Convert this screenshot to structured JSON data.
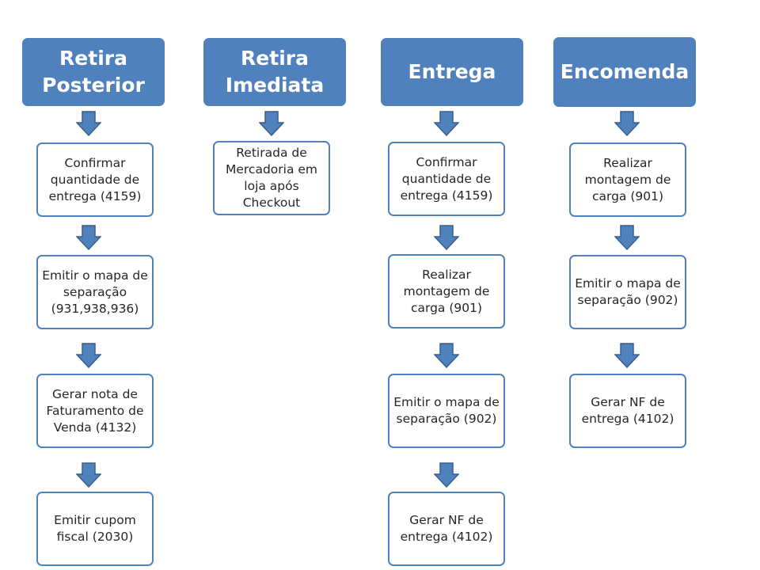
{
  "diagram": {
    "columns": [
      {
        "header": "Retira Posterior",
        "steps": [
          "Confirmar quantidade de entrega (4159)",
          "Emitir o mapa de separação (931,938,936)",
          "Gerar nota de Faturamento de Venda (4132)",
          "Emitir cupom fiscal (2030)"
        ]
      },
      {
        "header": "Retira Imediata",
        "steps": [
          "Retirada de Mercadoria em loja após Checkout"
        ]
      },
      {
        "header": "Entrega",
        "steps": [
          "Confirmar quantidade de entrega (4159)",
          "Realizar montagem de carga (901)",
          "Emitir o mapa de separação (902)",
          "Gerar NF de entrega (4102)"
        ]
      },
      {
        "header": "Encomenda",
        "steps": [
          "Realizar montagem de carga (901)",
          "Emitir o mapa de separação (902)",
          "Gerar NF de entrega (4102)"
        ]
      }
    ],
    "colors": {
      "header_fill": "#4f81bd",
      "box_border": "#4f81bd",
      "arrow_fill": "#4f81bd",
      "arrow_stroke": "#385d8a",
      "text": "#262626"
    }
  }
}
